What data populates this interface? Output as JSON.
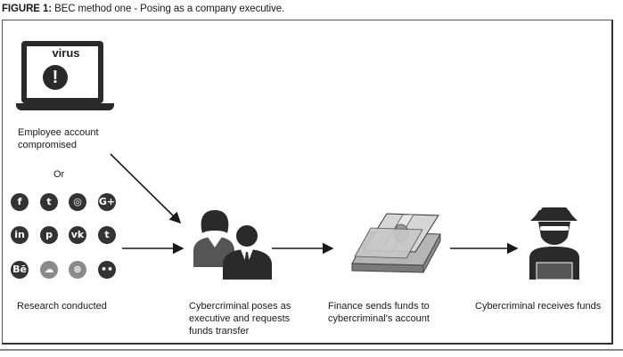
{
  "figure": {
    "caption_lead": "FIGURE 1:",
    "caption_text": "BEC method one - Posing as a company executive."
  },
  "laptop": {
    "screen_text": "virus",
    "alert_symbol": "!"
  },
  "labels": {
    "employee_line1": "Employee account",
    "employee_line2": "compromised",
    "or": "Or",
    "research": "Research conducted",
    "poses_line1": "Cybercriminal poses as",
    "poses_line2": "executive and requests",
    "poses_line3": "funds transfer",
    "finance_line1": "Finance sends funds to",
    "finance_line2": "cybercriminal's account",
    "receives": "Cybercriminal receives funds"
  },
  "social_icons": [
    {
      "name": "facebook-icon",
      "glyph": "f"
    },
    {
      "name": "twitter-icon",
      "glyph": "t"
    },
    {
      "name": "instagram-icon",
      "glyph": "◎"
    },
    {
      "name": "googleplus-icon",
      "glyph": "G+"
    },
    {
      "name": "linkedin-icon",
      "glyph": "in"
    },
    {
      "name": "pinterest-icon",
      "glyph": "p"
    },
    {
      "name": "vk-icon",
      "glyph": "vk"
    },
    {
      "name": "tumblr-icon",
      "glyph": "t"
    },
    {
      "name": "behance-icon",
      "glyph": "Bē"
    },
    {
      "name": "soundcloud-icon",
      "glyph": "☁"
    },
    {
      "name": "dribbble-icon",
      "glyph": "⊛"
    },
    {
      "name": "flickr-icon",
      "glyph": "••"
    }
  ],
  "colors": {
    "ink": "#1a1a1a",
    "icon_dark": "#333333",
    "icon_light": "#8a8a8a",
    "money": "#9a9a9a"
  }
}
